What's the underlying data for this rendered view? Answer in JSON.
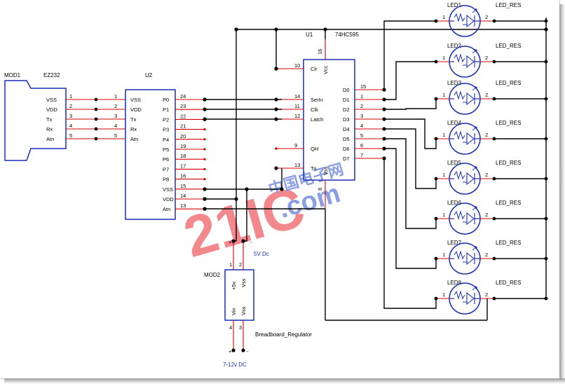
{
  "mod1": {
    "ref": "MOD1",
    "part": "EZ232",
    "pins": [
      "VSS",
      "VDD",
      "Tx",
      "Rx",
      "Atn"
    ],
    "pin_numbers": [
      "1",
      "2",
      "3",
      "4",
      "5"
    ]
  },
  "u2": {
    "ref": "U2",
    "left_pins": [
      "VSS",
      "VDD",
      "Tx",
      "Rx",
      "Atn"
    ],
    "left_numbers": [
      "1",
      "2",
      "3",
      "4",
      "5"
    ],
    "right_pins": [
      "P0",
      "P1",
      "P2",
      "P3",
      "P4",
      "P5",
      "P6",
      "P7",
      "P8",
      "VSS",
      "VDD",
      "Atn"
    ],
    "right_numbers": [
      "24",
      "23",
      "22",
      "21",
      "20",
      "19",
      "18",
      "17",
      "16",
      "15",
      "14",
      "13"
    ]
  },
  "u1": {
    "ref": "U1",
    "part": "74HC595",
    "top_pin_label": "Vcc",
    "top_pin_number": "16",
    "left_pins": [
      "Clr",
      "SerIn",
      "Clk",
      "Latch",
      "QH",
      "Tri"
    ],
    "left_numbers": [
      "10",
      "14",
      "11",
      "12",
      "9",
      "13"
    ],
    "bottom_pin_label": "Vss",
    "bottom_pin_number": "8",
    "right_pins": [
      "D0",
      "D1",
      "D2",
      "D3",
      "D4",
      "D5",
      "D6",
      "D7"
    ],
    "right_numbers": [
      "15",
      "1",
      "2",
      "3",
      "4",
      "5",
      "6",
      "7"
    ]
  },
  "leds": [
    {
      "ref": "LED1",
      "pin1": "1",
      "pin2": "2",
      "resistor": "LED_RES"
    },
    {
      "ref": "LED2",
      "pin1": "1",
      "pin2": "2",
      "resistor": "LED_RES"
    },
    {
      "ref": "LED3",
      "pin1": "1",
      "pin2": "2",
      "resistor": "LED_RES"
    },
    {
      "ref": "LED4",
      "pin1": "1",
      "pin2": "2",
      "resistor": "LED_RES"
    },
    {
      "ref": "LED5",
      "pin1": "1",
      "pin2": "2",
      "resistor": "LED_RES"
    },
    {
      "ref": "LED6",
      "pin1": "1",
      "pin2": "2",
      "resistor": "LED_RES"
    },
    {
      "ref": "LED7",
      "pin1": "1",
      "pin2": "2",
      "resistor": "LED_RES"
    },
    {
      "ref": "LED8",
      "pin1": "1",
      "pin2": "2",
      "resistor": "LED_RES"
    }
  ],
  "mod2": {
    "ref": "MOD2",
    "part": "Breadboard_Regulator",
    "top_pins": [
      "+5v",
      "Vss"
    ],
    "top_numbers": [
      "1",
      "2"
    ],
    "bottom_pins": [
      "Vin",
      "Vss"
    ],
    "bottom_numbers": [
      "4",
      "3"
    ],
    "top_supply": "5V Dc",
    "bottom_supply": "7-12v DC",
    "plus": "+",
    "minus": "-"
  },
  "watermark": {
    "big": "21IC",
    "small": "中国电子网",
    "domain": ".com"
  },
  "colors": {
    "wire": "#000000",
    "pin": "#d40000",
    "component": "#1a2fb8",
    "watermark": "#e8262f"
  }
}
